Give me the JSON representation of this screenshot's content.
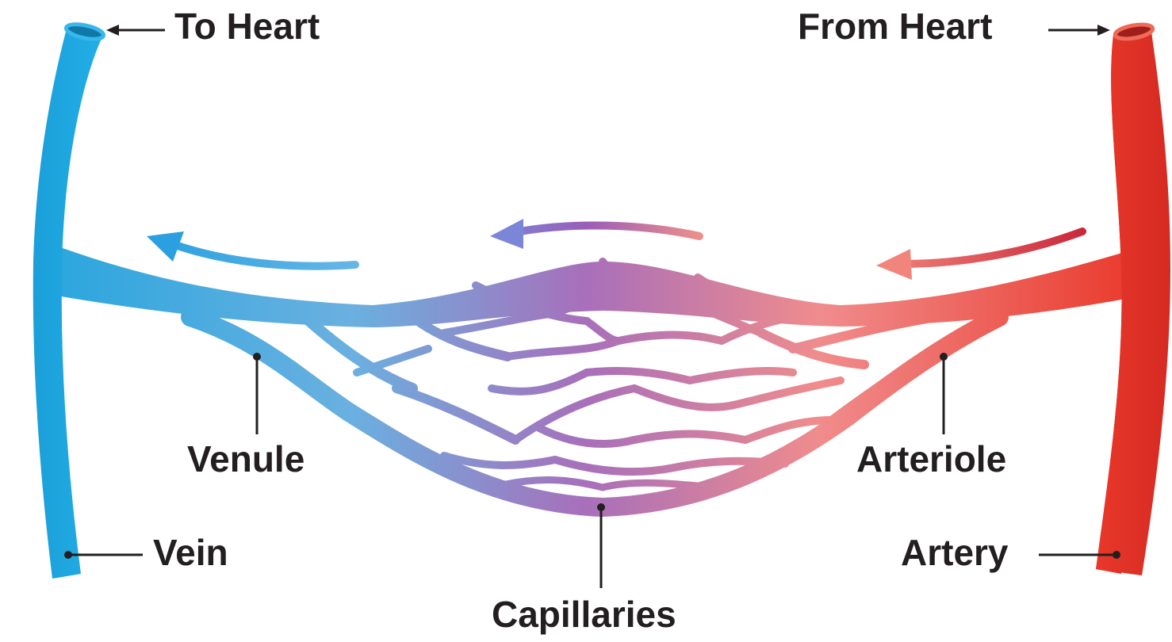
{
  "labels": {
    "to_heart": "To Heart",
    "from_heart": "From Heart",
    "venule": "Venule",
    "arteriole": "Arteriole",
    "vein": "Vein",
    "artery": "Artery",
    "capillaries": "Capillaries"
  },
  "colors": {
    "vein": "#1aa7e0",
    "artery": "#e8392b",
    "capillary": "#a86fba",
    "arteriole_pink": "#f08c8c",
    "venule_blue": "#5db3e3",
    "label_text": "#231f20"
  }
}
